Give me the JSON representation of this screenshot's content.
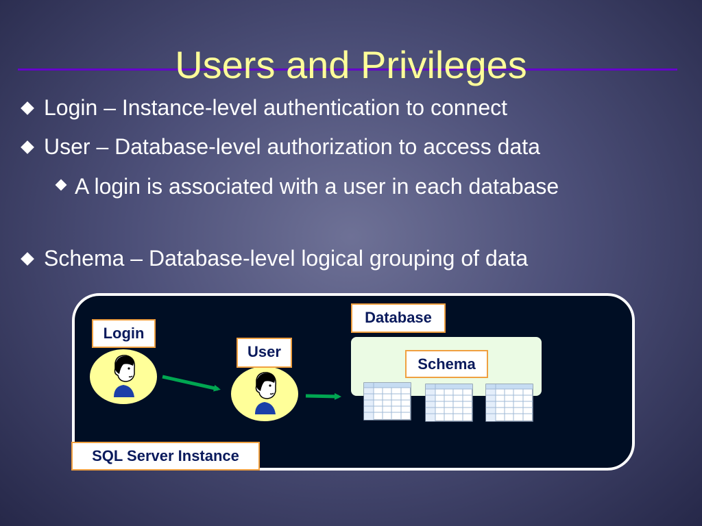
{
  "slide": {
    "title": "Users and Privileges",
    "bullets": [
      {
        "text": "Login – Instance-level authentication to connect"
      },
      {
        "text": "User – Database-level authorization to access data"
      },
      {
        "text": "A login is associated with a user in each database"
      },
      {
        "text": "Schema – Database-level logical grouping of data"
      }
    ]
  },
  "diagram": {
    "login_label": "Login",
    "user_label": "User",
    "database_label": "Database",
    "schema_label": "Schema",
    "instance_label": "SQL Server Instance",
    "icons": [
      "person-icon",
      "right-arrow-icon",
      "table-grid-icon",
      "diamond-bullet-icon"
    ],
    "colors": {
      "title": "#ffff99",
      "rule": "#6600cc",
      "label_border": "#f0a040",
      "label_text": "#0a1a5c",
      "instance_bg": "#000e24",
      "database_bg": "#ebfbe4",
      "avatar_bg": "#ffff99",
      "arrow": "#00a651"
    }
  }
}
